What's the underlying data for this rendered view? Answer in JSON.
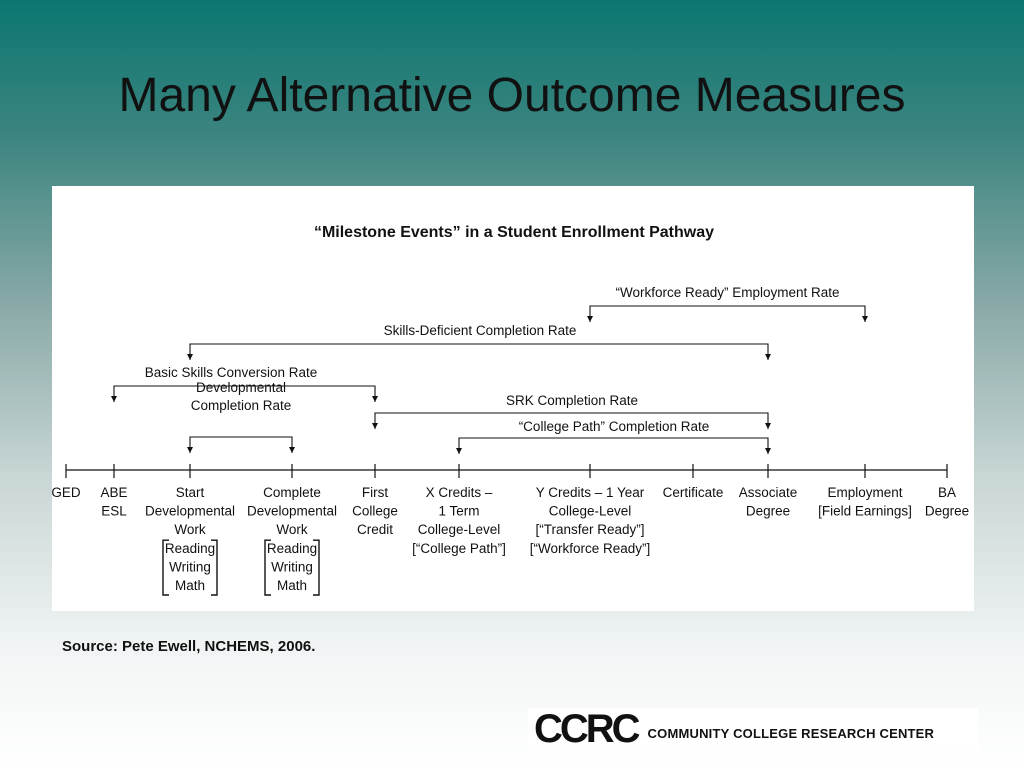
{
  "slide": {
    "title": "Many Alternative Outcome Measures",
    "source": "Source:  Pete Ewell, NCHEMS, 2006."
  },
  "diagram": {
    "title": "“Milestone Events” in a Student Enrollment Pathway",
    "milestones": [
      {
        "id": "ged",
        "lines": [
          "GED"
        ]
      },
      {
        "id": "abe-esl",
        "lines": [
          "ABE",
          "ESL"
        ]
      },
      {
        "id": "start-dev",
        "lines": [
          "Start",
          "Developmental",
          "Work"
        ],
        "bracket_lines": [
          "Reading",
          "Writing",
          "Math"
        ]
      },
      {
        "id": "complete-dev",
        "lines": [
          "Complete",
          "Developmental",
          "Work"
        ],
        "bracket_lines": [
          "Reading",
          "Writing",
          "Math"
        ]
      },
      {
        "id": "first-college-credit",
        "lines": [
          "First",
          "College",
          "Credit"
        ]
      },
      {
        "id": "x-credits",
        "lines": [
          "X Credits –",
          "1 Term",
          "College-Level",
          "[“College Path”]"
        ]
      },
      {
        "id": "y-credits",
        "lines": [
          "Y Credits – 1 Year",
          "College-Level",
          "[“Transfer Ready”]",
          "[“Workforce Ready”]"
        ]
      },
      {
        "id": "certificate",
        "lines": [
          "Certificate"
        ]
      },
      {
        "id": "associate-degree",
        "lines": [
          "Associate",
          "Degree"
        ]
      },
      {
        "id": "employment",
        "lines": [
          "Employment",
          "[Field Earnings]"
        ]
      },
      {
        "id": "ba-degree",
        "lines": [
          "BA",
          "Degree"
        ]
      }
    ],
    "measures": [
      {
        "id": "workforce-ready-employment-rate",
        "lines": [
          "“Workforce Ready” Employment Rate"
        ],
        "from": "y-credits",
        "to": "employment"
      },
      {
        "id": "skills-deficient-completion-rate",
        "lines": [
          "Skills-Deficient Completion Rate"
        ],
        "from": "start-dev",
        "to": "associate-degree"
      },
      {
        "id": "basic-skills-conversion-rate",
        "lines": [
          "Basic Skills Conversion Rate"
        ],
        "from": "abe-esl",
        "to": "first-college-credit"
      },
      {
        "id": "developmental-completion-rate",
        "lines": [
          "Developmental",
          "Completion Rate"
        ],
        "from": "start-dev",
        "to": "complete-dev"
      },
      {
        "id": "srk-completion-rate",
        "lines": [
          "SRK Completion Rate"
        ],
        "from": "first-college-credit",
        "to": "associate-degree"
      },
      {
        "id": "college-path-completion-rate",
        "lines": [
          "“College Path” Completion Rate"
        ],
        "from": "x-credits",
        "to": "associate-degree"
      }
    ]
  },
  "logo": {
    "mark": "CCRC",
    "name": "COMMUNITY COLLEGE RESEARCH CENTER"
  }
}
